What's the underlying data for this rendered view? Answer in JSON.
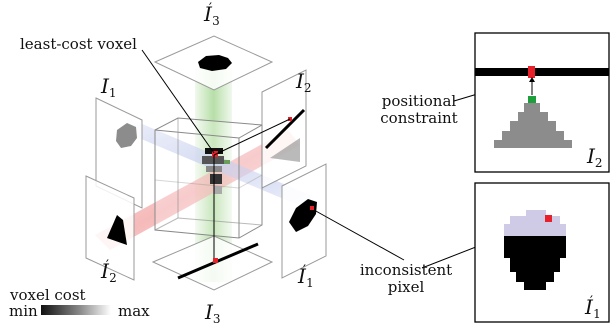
{
  "annotations": {
    "least_cost_voxel": "least-cost voxel",
    "positional_constraint_line1": "positional",
    "positional_constraint_line2": "constraint",
    "inconsistent_pixel_line1": "inconsistent",
    "inconsistent_pixel_line2": "pixel"
  },
  "legend": {
    "title": "voxel cost",
    "min_label": "min",
    "max_label": "max"
  },
  "views": {
    "I1": {
      "symbol": "I",
      "sub": "1",
      "prime": ""
    },
    "I2": {
      "symbol": "I",
      "sub": "2",
      "prime": ""
    },
    "I3": {
      "symbol": "I",
      "sub": "3",
      "prime": ""
    },
    "I1p": {
      "symbol": "I",
      "sub": "1",
      "prime": "′"
    },
    "I2p": {
      "symbol": "I",
      "sub": "2",
      "prime": "′"
    },
    "I3p": {
      "symbol": "I",
      "sub": "3",
      "prime": "′"
    }
  },
  "insets": {
    "top": {
      "symbol": "I",
      "sub": "2",
      "prime": ""
    },
    "bottom": {
      "symbol": "I",
      "sub": "1",
      "prime": "′"
    }
  },
  "colors": {
    "constraint_marker": "#e8202a",
    "constraint_source": "#1f9e3c",
    "silhouette": "#000000",
    "reconstruction_gray": "#8c8c8c",
    "inconsistency_tint": "#cfcbe6",
    "green_beam": "#9fd48b",
    "red_beam": "#f2a3a3",
    "blue_beam": "#b9c3ea"
  }
}
